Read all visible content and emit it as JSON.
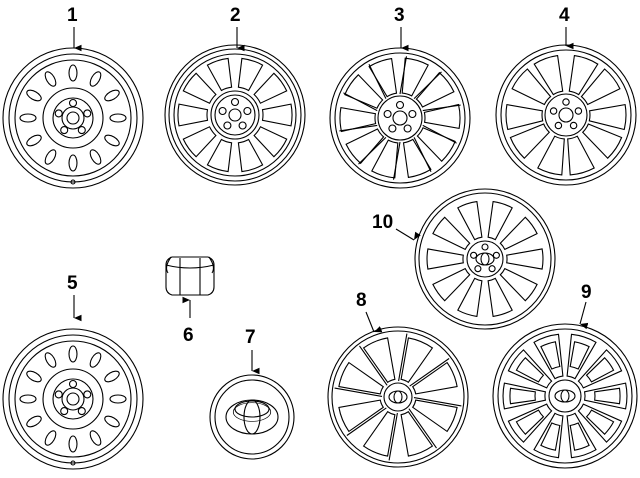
{
  "callouts": [
    "1",
    "2",
    "3",
    "4",
    "5",
    "6",
    "7",
    "8",
    "9",
    "10"
  ],
  "parts": [
    {
      "callout": "1",
      "kind": "steel-wheel"
    },
    {
      "callout": "2",
      "kind": "alloy-wheel-10-spoke"
    },
    {
      "callout": "3",
      "kind": "alloy-wheel-split-spoke"
    },
    {
      "callout": "4",
      "kind": "alloy-wheel-5-spoke"
    },
    {
      "callout": "5",
      "kind": "steel-wheel"
    },
    {
      "callout": "6",
      "kind": "lug-nut"
    },
    {
      "callout": "7",
      "kind": "center-cap"
    },
    {
      "callout": "8",
      "kind": "wheel-cover"
    },
    {
      "callout": "9",
      "kind": "wheel-cover"
    },
    {
      "callout": "10",
      "kind": "wheel-cover"
    }
  ]
}
